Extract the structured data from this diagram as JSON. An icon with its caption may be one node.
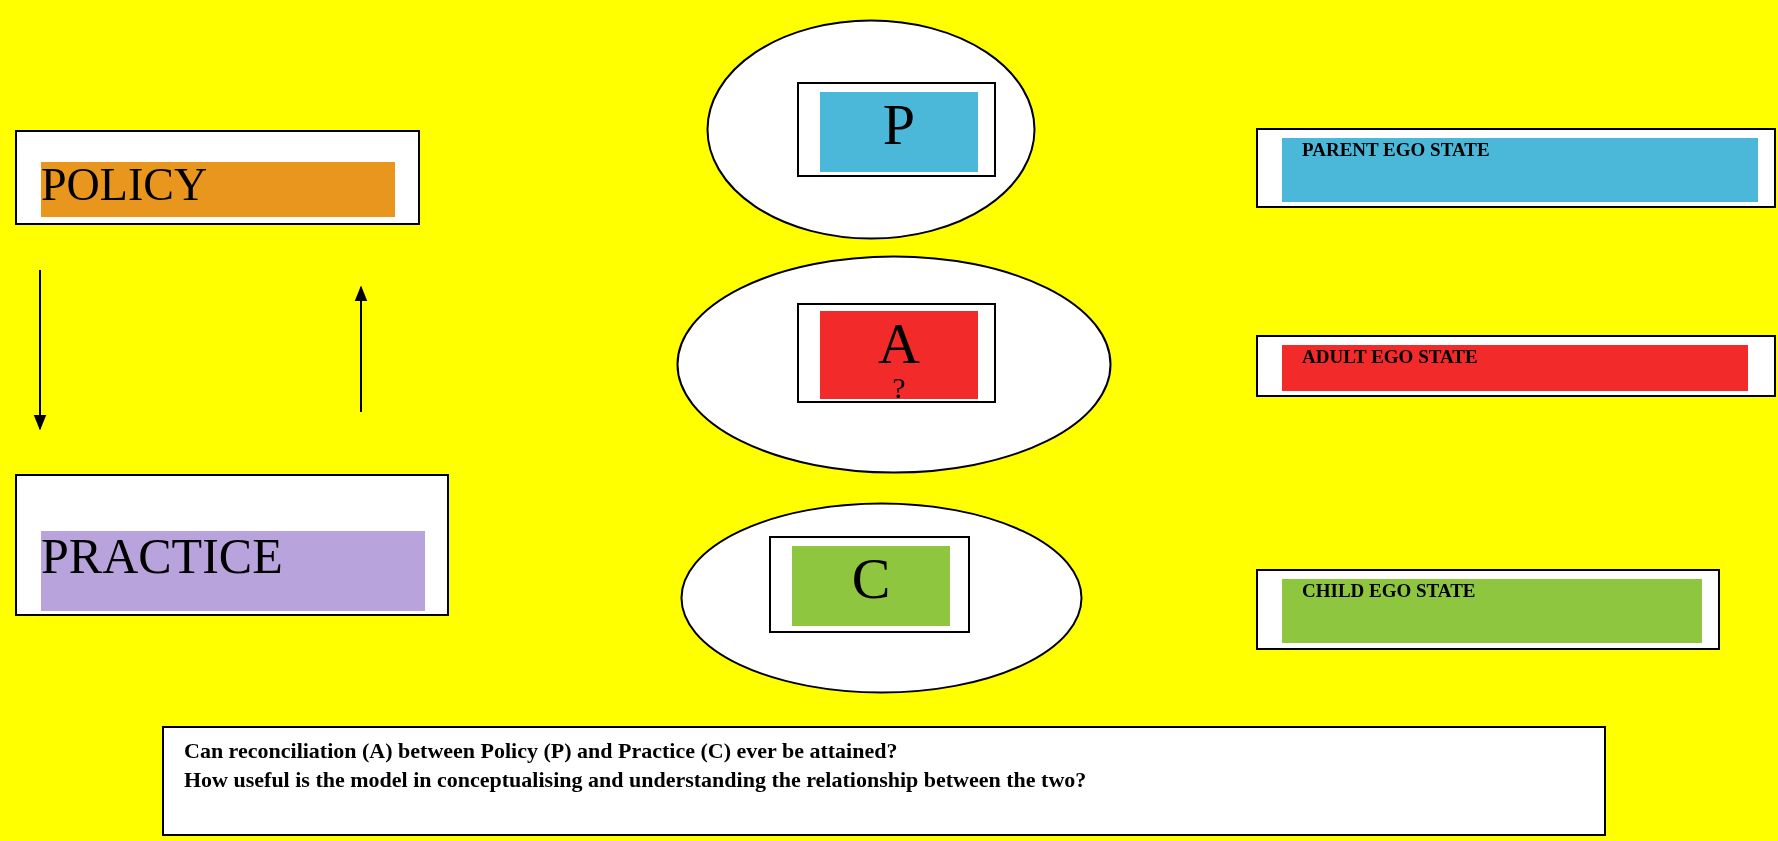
{
  "diagram": {
    "nodes": [
      {
        "text": [
          "POLICY"
        ]
      },
      {
        "text": [
          "PRACTICE"
        ]
      },
      {
        "text": [],
        "shape": "ellipse"
      },
      {
        "text": [
          "P"
        ],
        "in": 2
      },
      {
        "text": [],
        "shape": "ellipse"
      },
      {
        "text": [
          "A",
          "?"
        ],
        "in": 4
      },
      {
        "text": [],
        "shape": "ellipse"
      },
      {
        "text": [
          "C"
        ],
        "in": 6
      },
      {
        "text": [
          "PARENT EGO STATE"
        ]
      },
      {
        "text": [
          "ADULT EGO STATE"
        ]
      },
      {
        "text": [
          "CHILD EGO STATE"
        ]
      },
      {
        "text": [
          "Can reconciliation (A) between Policy (P) and Practice (C) ever be attained?",
          "How useful is the model in conceptualising and understanding the relationship between the two?"
        ]
      }
    ],
    "edges": [
      {
        "from": 0,
        "to": 1,
        "arrow": "to"
      },
      {
        "from": 1,
        "to": 0,
        "arrow": "to"
      }
    ]
  }
}
